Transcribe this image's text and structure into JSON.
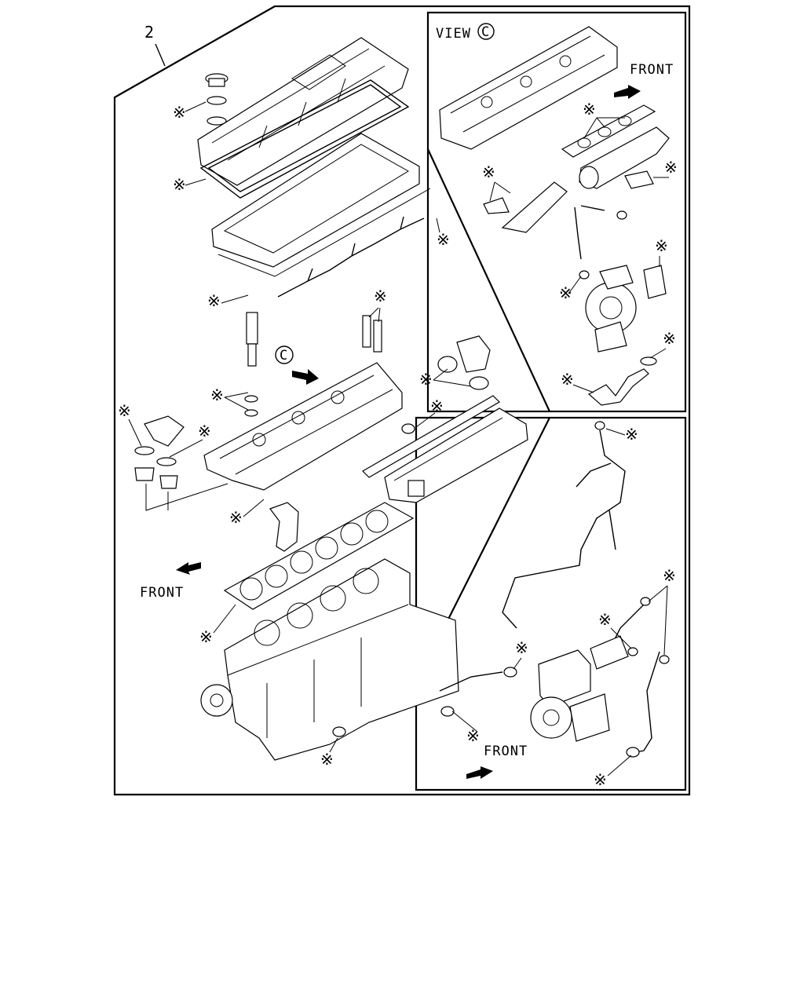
{
  "diagram": {
    "item_number": "2",
    "view_label": "VIEW",
    "view_marker": "C",
    "front_label": "FRONT",
    "asterisk": "※"
  }
}
